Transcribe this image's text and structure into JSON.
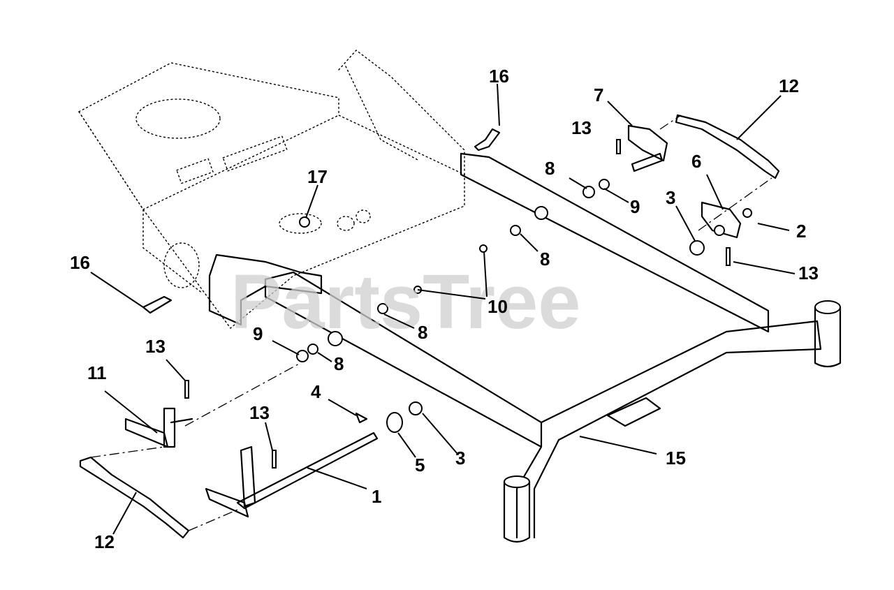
{
  "watermark": "PartsTree",
  "callouts": [
    {
      "id": "c16a",
      "label": "16"
    },
    {
      "id": "c7",
      "label": "7"
    },
    {
      "id": "c12a",
      "label": "12"
    },
    {
      "id": "c13a",
      "label": "13"
    },
    {
      "id": "c6",
      "label": "6"
    },
    {
      "id": "c8a",
      "label": "8"
    },
    {
      "id": "c9a",
      "label": "9"
    },
    {
      "id": "c17",
      "label": "17"
    },
    {
      "id": "c3a",
      "label": "3"
    },
    {
      "id": "c2",
      "label": "2"
    },
    {
      "id": "c8b",
      "label": "8"
    },
    {
      "id": "c13b",
      "label": "13"
    },
    {
      "id": "c16b",
      "label": "16"
    },
    {
      "id": "c10",
      "label": "10"
    },
    {
      "id": "c8c",
      "label": "8"
    },
    {
      "id": "c9b",
      "label": "9"
    },
    {
      "id": "c8d",
      "label": "8"
    },
    {
      "id": "c13c",
      "label": "13"
    },
    {
      "id": "c11",
      "label": "11"
    },
    {
      "id": "c4",
      "label": "4"
    },
    {
      "id": "c13d",
      "label": "13"
    },
    {
      "id": "c5",
      "label": "5"
    },
    {
      "id": "c3b",
      "label": "3"
    },
    {
      "id": "c15",
      "label": "15"
    },
    {
      "id": "c1",
      "label": "1"
    },
    {
      "id": "c12b",
      "label": "12"
    }
  ]
}
